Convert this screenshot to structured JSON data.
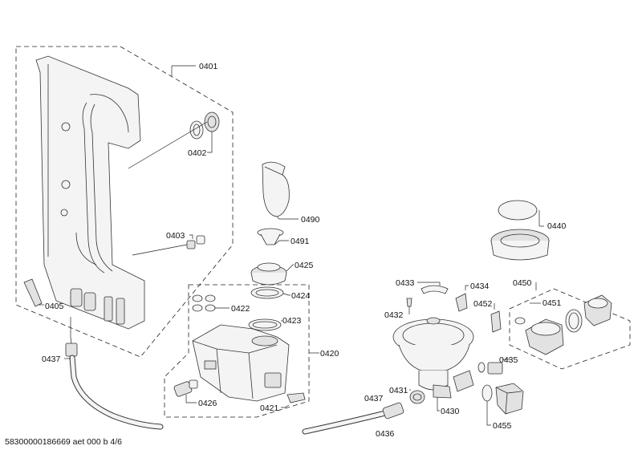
{
  "labels": {
    "p0401": "0401",
    "p0402": "0402",
    "p0403": "0403",
    "p0405": "0405",
    "p0437a": "0437",
    "p0490": "0490",
    "p0491": "0491",
    "p0425": "0425",
    "p0424": "0424",
    "p0422": "0422",
    "p0423": "0423",
    "p0420": "0420",
    "p0426": "0426",
    "p0421": "0421",
    "p0433": "0433",
    "p0434": "0434",
    "p0432": "0432",
    "p0452": "0452",
    "p0440": "0440",
    "p0450": "0450",
    "p0451": "0451",
    "p0435": "0435",
    "p0431": "0431",
    "p0437b": "0437",
    "p0430": "0430",
    "p0436": "0436",
    "p0455": "0455"
  },
  "footer": "58300000186669 aet 000 b 4/6"
}
